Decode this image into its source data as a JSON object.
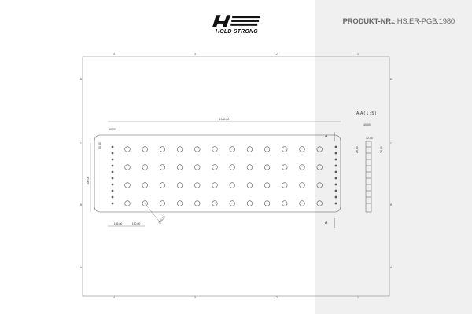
{
  "header": {
    "brand": "HOLD STRONG",
    "product_label": "PRODUKT-NR.:",
    "product_number": "HS.ER-PGB.1980"
  },
  "drawing": {
    "section_title": "A-A ( 1 : 5 )",
    "section_marker": "A",
    "col_markers": [
      "4",
      "3",
      "2",
      "1"
    ],
    "row_markers": [
      "D",
      "C",
      "B",
      "A"
    ],
    "dims": {
      "length": "1980,00",
      "height": "400,00",
      "offset": "165,00",
      "pitch": "150,00",
      "hole_dia": "Ø26,00",
      "edge": "50,00",
      "thickness": "40,00",
      "section_w": "12,00",
      "section_h1": "26,00",
      "section_h2": "26,00"
    },
    "hole_rows": 4,
    "hole_cols": 12,
    "small_holes_per_side": 10
  }
}
